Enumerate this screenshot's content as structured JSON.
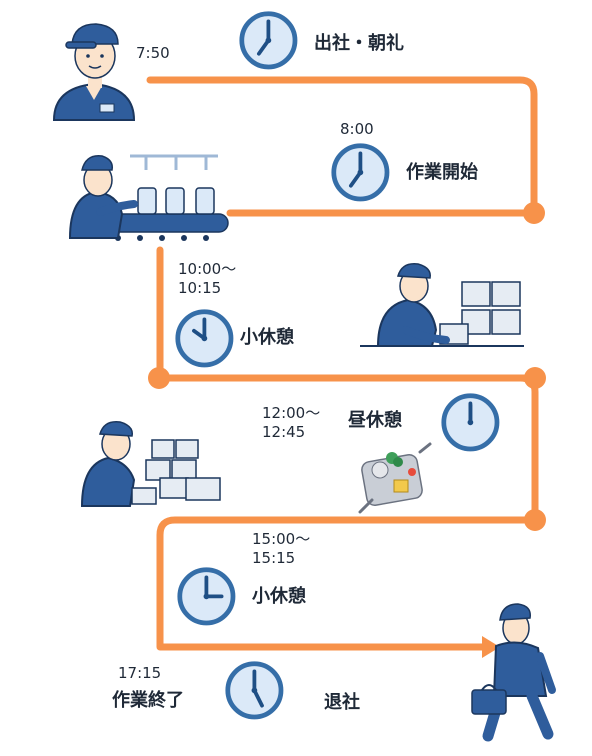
{
  "schedule": [
    {
      "time_lines": [
        "7:50"
      ],
      "event": "出社・朝礼"
    },
    {
      "time_lines": [
        "8:00"
      ],
      "event": "作業開始"
    },
    {
      "time_lines": [
        "10:00～",
        "10:15"
      ],
      "event": "小休憩"
    },
    {
      "time_lines": [
        "12:00～",
        "12:45"
      ],
      "event": "昼休憩"
    },
    {
      "time_lines": [
        "15:00～",
        "15:15"
      ],
      "event": "小休憩"
    },
    {
      "time_lines": [
        "17:15"
      ],
      "event": "作業終了"
    }
  ],
  "leave_label": "退社",
  "colors": {
    "path": "#f7924a",
    "clock_face": "#dbe9f8",
    "clock_ring": "#356ea8",
    "clock_hands": "#1f4f85",
    "worker_shirt": "#2f5d9c",
    "worker_cap": "#2f5d9c",
    "skin": "#fbe3cc",
    "box": "#e6ecf3"
  }
}
